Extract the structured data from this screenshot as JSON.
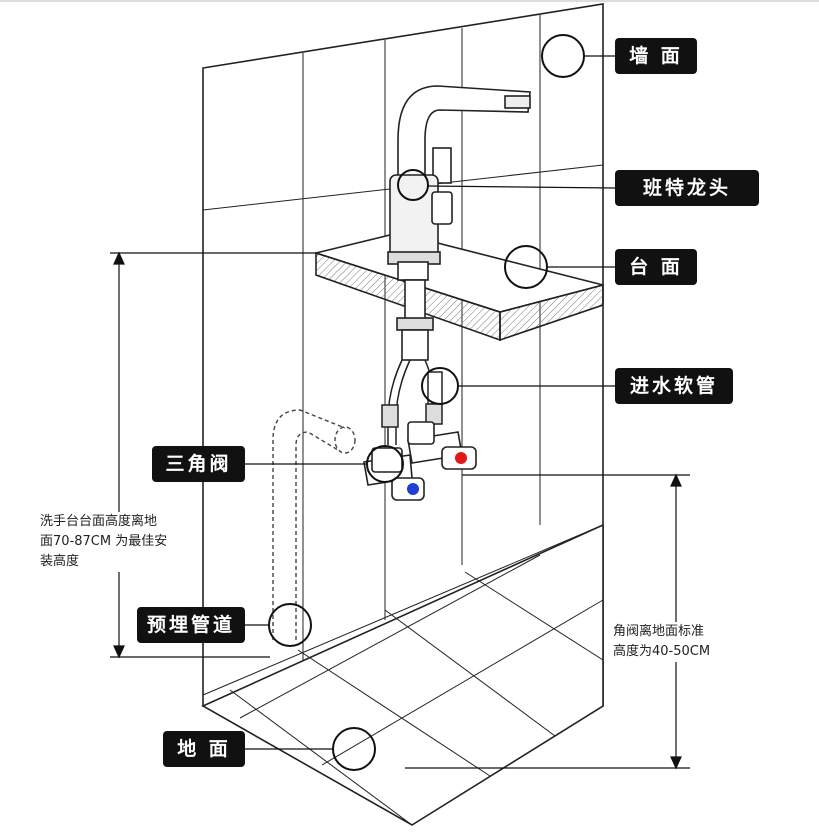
{
  "labels": {
    "wall": "墙 面",
    "faucet": "班特龙头",
    "countertop": "台 面",
    "inlet_hose": "进水软管",
    "angle_valve": "三角阀",
    "embedded_pipe": "预埋管道",
    "floor": "地 面"
  },
  "notes": {
    "basin_height": [
      "洗手台台面高度离地",
      "面70-87CM 为最佳安",
      "装高度"
    ],
    "valve_height": [
      "角阀离地面标准",
      "高度为40-50CM"
    ]
  },
  "colors": {
    "label_bg": "#111111",
    "cold_handle": "#1f3fd6",
    "hot_handle": "#e01818",
    "line": "#222222"
  }
}
